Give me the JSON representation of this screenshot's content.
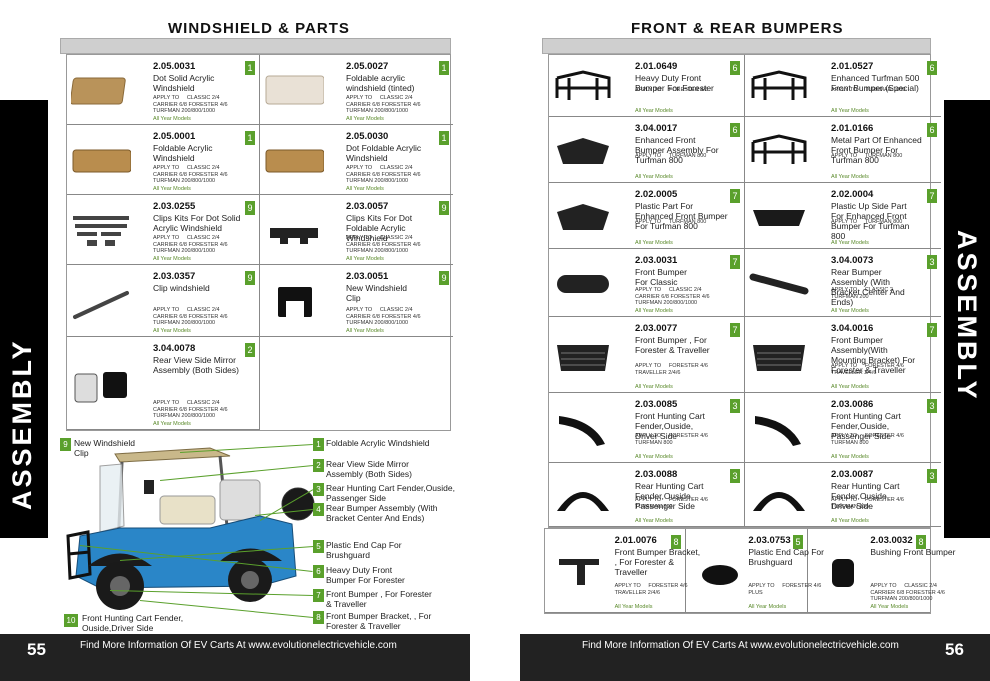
{
  "left": {
    "title": "WINDSHIELD & PARTS",
    "products": [
      {
        "code": "2.05.0031",
        "name": "Dot Solid Acrylic\nWindshield",
        "qty": "1",
        "apply": "APPLY TO     CLASSIC 2/4\nCARRIER 6/8 FORESTER 4/6\nTURFMAN 200/800/1000",
        "all": "All Year Models"
      },
      {
        "code": "2.05.0027",
        "name": "Foldable acrylic\nwindshield (tinted)",
        "qty": "1",
        "apply": "APPLY TO     CLASSIC 2/4\nCARRIER 6/8 FORESTER 4/6\nTURFMAN 200/800/1000",
        "all": "All Year Models"
      },
      {
        "code": "2.05.0001",
        "name": "Foldable Acrylic\nWindshield",
        "qty": "1",
        "apply": "APPLY TO     CLASSIC 2/4\nCARRIER 6/8 FORESTER 4/6\nTURFMAN 200/800/1000",
        "all": "All Year Models"
      },
      {
        "code": "2.05.0030",
        "name": "Dot Foldable Acrylic\nWindshield",
        "qty": "1",
        "apply": "APPLY TO     CLASSIC 2/4\nCARRIER 6/8 FORESTER 4/6\nTURFMAN 200/800/1000",
        "all": "All Year Models"
      },
      {
        "code": "2.03.0255",
        "name": "Clips Kits For Dot Solid\nAcrylic Windshield",
        "qty": "9",
        "apply": "APPLY TO     CLASSIC 2/4\nCARRIER 6/8 FORESTER 4/6\nTURFMAN 200/800/1000",
        "all": "All Year Models"
      },
      {
        "code": "2.03.0057",
        "name": "Clips Kits For Dot\nFoldable Acrylic\nWindshield",
        "qty": "9",
        "apply": "APPLY TO     CLASSIC 2/4\nCARRIER 6/8 FORESTER 4/6\nTURFMAN 200/800/1000",
        "all": "All Year Models"
      },
      {
        "code": "2.03.0357",
        "name": "Clip windshield",
        "qty": "9",
        "apply": "APPLY TO     CLASSIC 2/4\nCARRIER 6/8 FORESTER 4/6\nTURFMAN 200/800/1000",
        "all": "All Year Models"
      },
      {
        "code": "2.03.0051",
        "name": "New Windshield\nClip",
        "qty": "9",
        "apply": "APPLY TO     CLASSIC 2/4\nCARRIER 6/8 FORESTER 4/6\nTURFMAN 200/800/1000",
        "all": "All Year Models"
      },
      {
        "code": "3.04.0078",
        "name": "Rear View Side Mirror\nAssembly (Both Sides)",
        "qty": "2",
        "apply": "APPLY TO     CLASSIC 2/4\nCARRIER 6/8 FORESTER 4/6\nTURFMAN 200/800/1000",
        "all": "All Year Models"
      }
    ],
    "diagram": {
      "left_callouts": [
        {
          "num": "9",
          "text": "New Windshield\nClip"
        },
        {
          "num": "10",
          "text": "Front Hunting Cart Fender,\nOuside,Driver Side"
        }
      ],
      "right_callouts": [
        {
          "num": "1",
          "text": "Foldable Acrylic Windshield"
        },
        {
          "num": "2",
          "text": "Rear View Side Mirror\nAssembly (Both Sides)"
        },
        {
          "num": "3",
          "text": "Rear Hunting Cart Fender,Ouside,\nPassenger Side"
        },
        {
          "num": "4",
          "text": "Rear Bumper Assembly (With\nBracket Center And Ends)"
        },
        {
          "num": "5",
          "text": "Plastic End Cap For\nBrushguard"
        },
        {
          "num": "6",
          "text": "Heavy Duty Front\nBumper For Forester"
        },
        {
          "num": "7",
          "text": "Front Bumper , For Forester\n& Traveller"
        },
        {
          "num": "8",
          "text": "Front Bumper Bracket, , For\nForester & Traveller"
        }
      ]
    },
    "tab": "ASSEMBLY",
    "page_num": "55",
    "footer": "Find More Information Of EV Carts At www.evolutionelectricvehicle.com"
  },
  "right": {
    "title": "FRONT & REAR BUMPERS",
    "products": [
      {
        "code": "2.01.0649",
        "name": "Heavy Duty Front\nBumper For Forester",
        "qty": "6",
        "apply": "APPLY TO     FORESTER 4/6",
        "all": "All Year Models"
      },
      {
        "code": "2.01.0527",
        "name": "Enhanced Turfman 500\nFront Bumper (Special)",
        "qty": "6",
        "apply": "APPLY TO     TURFMAN 1000",
        "all": "All Year Models"
      },
      {
        "code": "3.04.0017",
        "name": "Enhanced Front\nBumper Assembly For\nTurfman 800",
        "qty": "6",
        "apply": "APPLY TO     TURFMAN 800",
        "all": "All Year Models"
      },
      {
        "code": "2.01.0166",
        "name": "Metal Part Of Enhanced\nFront Bumper For\nTurfman 800",
        "qty": "6",
        "apply": "APPLY TO     TURFMAN 800",
        "all": "All Year Models"
      },
      {
        "code": "2.02.0005",
        "name": "Plastic Part For\nEnhanced Front Bumper\nFor Turfman 800",
        "qty": "7",
        "apply": "APPLY TO     TURFMAN 800",
        "all": "All Year Models"
      },
      {
        "code": "2.02.0004",
        "name": "Plastic Up Side Part\nFor Enhanced Front\nBumper For Turfman\n800",
        "qty": "7",
        "apply": "APPLY TO     TURFMAN 800",
        "all": "All Year Models"
      },
      {
        "code": "2.03.0031",
        "name": "Front Bumper\nFor Classic",
        "qty": "7",
        "apply": "APPLY TO     CLASSIC 2/4\nCARRIER 6/8 FORESTER 4/6\nTURFMAN 200/800/1000",
        "all": "All Year Models"
      },
      {
        "code": "3.04.0073",
        "name": "Rear Bumper\nAssembly (With\nBracket Center And\nEnds)",
        "qty": "3",
        "apply": "APPLY TO     CLASSIC 2\nTURFMAN 200",
        "all": "All Year Models"
      },
      {
        "code": "2.03.0077",
        "name": "Front Bumper , For\nForester & Traveller",
        "qty": "7",
        "apply": "APPLY TO     FORESTER 4/6\nTRAVELLER 2/4/6",
        "all": "All Year Models"
      },
      {
        "code": "3.04.0016",
        "name": "Front Bumper\nAssembly(With\nMounting Bracket) For\nForester & Traveller",
        "qty": "7",
        "apply": "APPLY TO     FORESTER 4/6\nTRAVELLER 2/4/6",
        "all": "All Year Models"
      },
      {
        "code": "2.03.0085",
        "name": "Front Hunting Cart\nFender,Ouside,\nDriver Side",
        "qty": "3",
        "apply": "APPLY TO     FORESTER 4/6\nTURFMAN 800",
        "all": "All Year Models"
      },
      {
        "code": "2.03.0086",
        "name": "Front Hunting Cart\nFender,Ouside,\nPassenger Side",
        "qty": "3",
        "apply": "APPLY TO     FORESTER 4/6\nTURFMAN 800",
        "all": "All Year Models"
      },
      {
        "code": "2.03.0088",
        "name": "Rear Hunting Cart\nFender,Ouside,\nPassenger Side",
        "qty": "3",
        "apply": "APPLY TO     FORESTER 4/6\nTURFMAN 800",
        "all": "All Year Models"
      },
      {
        "code": "2.03.0087",
        "name": "Rear Hunting Cart\nFender,Ouside,\nDriver Side",
        "qty": "3",
        "apply": "APPLY TO     FORESTER 4/6\nTURFMAN 800",
        "all": "All Year Models"
      }
    ],
    "bottom": [
      {
        "code": "2.01.0076",
        "name": "Front Bumper Bracket,\n, For Forester &\nTraveller",
        "qty": "8",
        "apply": "APPLY TO     FORESTER 4/6\nTRAVELLER 2/4/6",
        "all": "All Year Models"
      },
      {
        "code": "2.03.0753",
        "name": "Plastic End Cap For\nBrushguard",
        "qty": "5",
        "apply": "APPLY TO     FORESTER 4/6\nPLUS",
        "all": "All Year Models"
      },
      {
        "code": "2.03.0032",
        "name": "Bushing Front Bumper",
        "qty": "8",
        "apply": "APPLY TO     CLASSIC 2/4\nCARRIER 6/8 FORESTER 4/6\nTURFMAN 200/800/1000",
        "all": "All Year Models"
      }
    ],
    "tab": "ASSEMBLY",
    "page_num": "56",
    "footer": "Find More Information Of EV Carts At www.evolutionelectricvehicle.com"
  }
}
